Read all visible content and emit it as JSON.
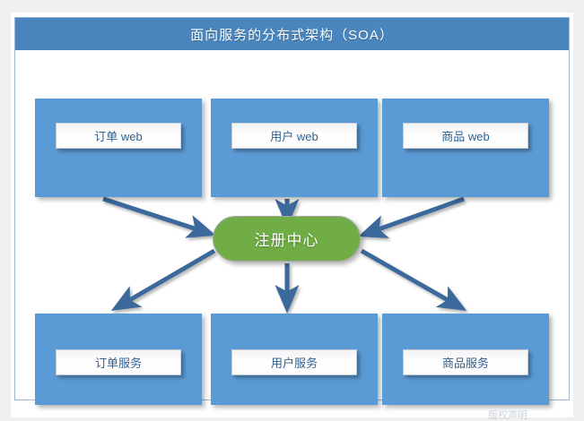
{
  "header": {
    "title": "面向服务的分布式架构（SOA）"
  },
  "colors": {
    "page_background": "#efefef",
    "panel_background": "#ffffff",
    "title_bar": "#4a86be",
    "node_blue": "#5b9bd5",
    "registry_green": "#70ad47",
    "connector_blue": "#3a699b",
    "label_text": "#2e5f8f",
    "frame_border": "#9ab8d6"
  },
  "diagram": {
    "type": "architecture-flow",
    "web_tier": [
      {
        "id": "order-web",
        "label": "订单 web"
      },
      {
        "id": "user-web",
        "label": "用户 web"
      },
      {
        "id": "product-web",
        "label": "商品 web"
      }
    ],
    "registry": {
      "id": "registry-center",
      "label": "注册中心"
    },
    "service_tier": [
      {
        "id": "order-service",
        "label": "订单服务"
      },
      {
        "id": "user-service",
        "label": "用户服务"
      },
      {
        "id": "product-service",
        "label": "商品服务"
      }
    ],
    "connections": [
      {
        "from": "order-web",
        "to": "registry-center",
        "direction": "down-right"
      },
      {
        "from": "user-web",
        "to": "registry-center",
        "direction": "down"
      },
      {
        "from": "product-web",
        "to": "registry-center",
        "direction": "down-left"
      },
      {
        "from": "registry-center",
        "to": "order-service",
        "direction": "down-left"
      },
      {
        "from": "registry-center",
        "to": "user-service",
        "direction": "down"
      },
      {
        "from": "registry-center",
        "to": "product-service",
        "direction": "down-right"
      }
    ]
  },
  "watermark": {
    "text": "版权声明"
  }
}
